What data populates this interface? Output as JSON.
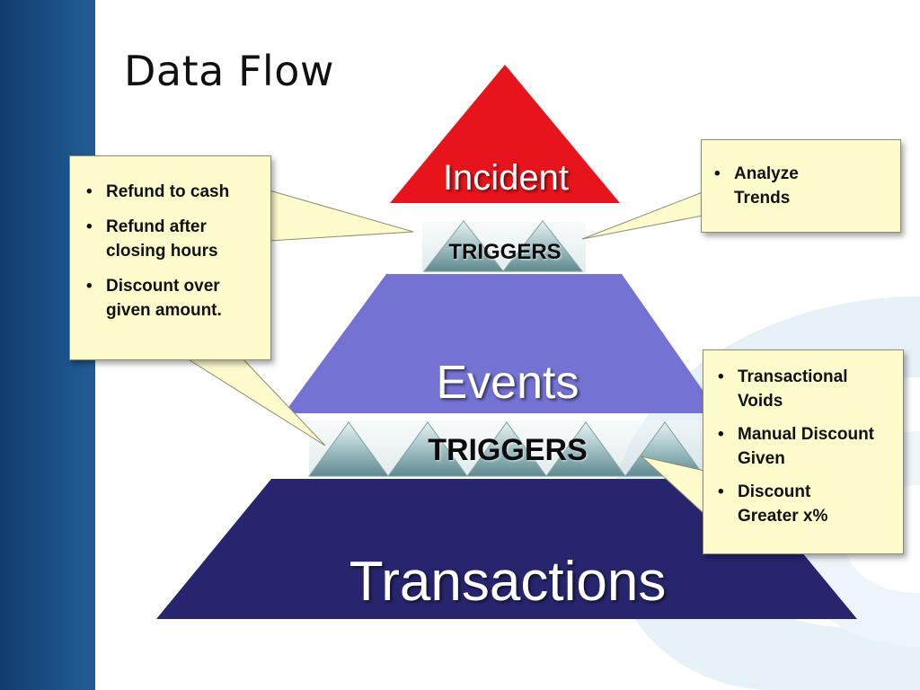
{
  "slide": {
    "title": "Data Flow"
  },
  "pyramid": {
    "tiers": {
      "incident": "Incident",
      "events": "Events",
      "transactions": "Transactions"
    },
    "triggers_top": "TRIGGERS",
    "triggers_bottom": "TRIGGERS"
  },
  "callouts": {
    "left": {
      "items": [
        "Refund to cash",
        "Refund after closing hours",
        "Discount over given amount."
      ]
    },
    "top_right": {
      "items": [
        "Analyze Trends"
      ]
    },
    "bottom_right": {
      "items": [
        "Transactional Voids",
        "Manual Discount Given",
        "Discount Greater x%"
      ]
    }
  },
  "colors": {
    "incident": "#e8141b",
    "events": "#7473d3",
    "transactions": "#27256d",
    "callout_fill": "#fefccd",
    "left_band": "#1a4f86"
  }
}
